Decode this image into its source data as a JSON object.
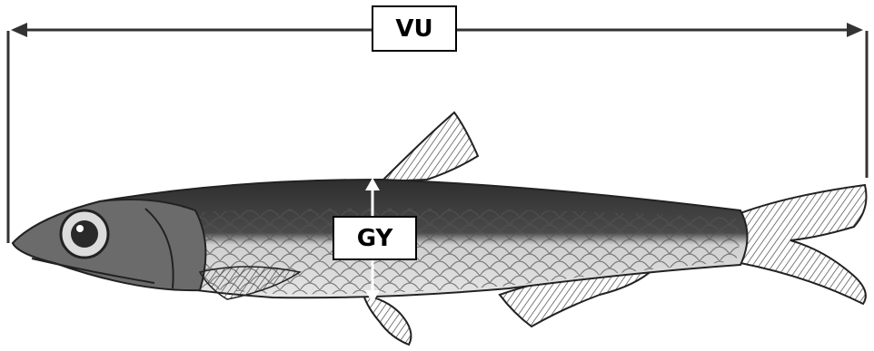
{
  "labels": {
    "vu": "VU",
    "gy": "GY"
  },
  "figure": {
    "subject": "fish-illustration",
    "colors": {
      "line": "#333333",
      "dark_back": "#3a3a3a",
      "belly": "#d9d9d9",
      "arrow_white": "#ffffff"
    }
  }
}
